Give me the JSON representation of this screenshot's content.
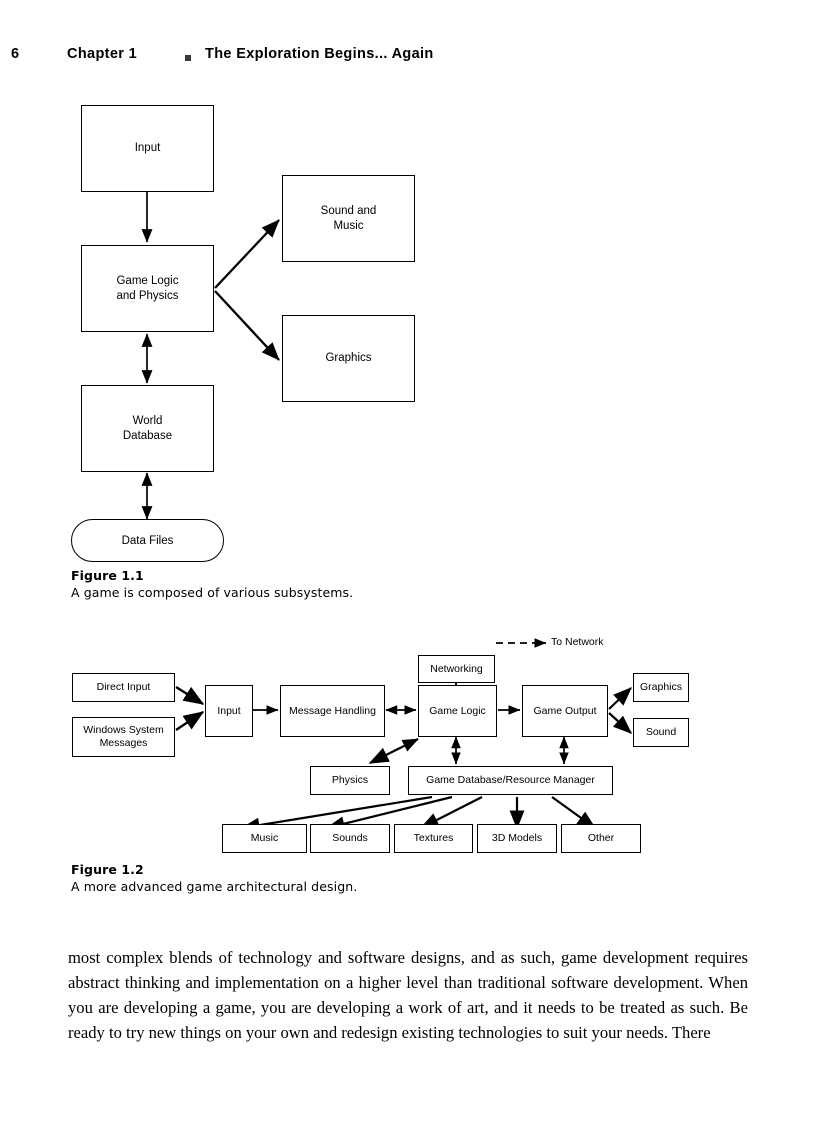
{
  "running_head": {
    "page_number": "6",
    "chapter_label": "Chapter 1",
    "separator_icon": "square-bullet-icon",
    "chapter_title": "The Exploration Begins... Again"
  },
  "figure_1": {
    "caption_title": "Figure 1.1",
    "caption_text": "A game is composed of various subsystems.",
    "nodes": [
      {
        "id": "input",
        "label": "Input",
        "shape": "rect"
      },
      {
        "id": "game-logic-physics",
        "label": "Game Logic\nand Physics",
        "shape": "rect"
      },
      {
        "id": "world-database",
        "label": "World\nDatabase",
        "shape": "rect"
      },
      {
        "id": "data-files",
        "label": "Data Files",
        "shape": "stadium"
      },
      {
        "id": "sound-and-music",
        "label": "Sound and\nMusic",
        "shape": "rect"
      },
      {
        "id": "graphics",
        "label": "Graphics",
        "shape": "rect"
      }
    ],
    "edges": [
      {
        "from": "input",
        "to": "game-logic-physics",
        "arrow": "single"
      },
      {
        "from": "game-logic-physics",
        "to": "world-database",
        "arrow": "double"
      },
      {
        "from": "world-database",
        "to": "data-files",
        "arrow": "double"
      },
      {
        "from": "game-logic-physics",
        "to": "sound-and-music",
        "arrow": "single"
      },
      {
        "from": "game-logic-physics",
        "to": "graphics",
        "arrow": "single"
      }
    ]
  },
  "figure_2": {
    "caption_title": "Figure 1.2",
    "caption_text": "A more advanced game architectural design.",
    "nodes": [
      {
        "id": "direct-input",
        "label": "Direct Input",
        "shape": "rect"
      },
      {
        "id": "windows-system-messages",
        "label": "Windows System\nMessages",
        "shape": "rect"
      },
      {
        "id": "input",
        "label": "Input",
        "shape": "rect"
      },
      {
        "id": "message-handling",
        "label": "Message Handling",
        "shape": "rect"
      },
      {
        "id": "game-logic",
        "label": "Game Logic",
        "shape": "rect"
      },
      {
        "id": "game-output",
        "label": "Game Output",
        "shape": "rect"
      },
      {
        "id": "networking",
        "label": "Networking",
        "shape": "rect"
      },
      {
        "id": "graphics",
        "label": "Graphics",
        "shape": "rect"
      },
      {
        "id": "sound",
        "label": "Sound",
        "shape": "rect"
      },
      {
        "id": "physics",
        "label": "Physics",
        "shape": "rect"
      },
      {
        "id": "game-database-resource-manager",
        "label": "Game Database/Resource Manager",
        "shape": "rect"
      },
      {
        "id": "music",
        "label": "Music",
        "shape": "rect"
      },
      {
        "id": "sounds",
        "label": "Sounds",
        "shape": "rect"
      },
      {
        "id": "textures",
        "label": "Textures",
        "shape": "rect"
      },
      {
        "id": "3d-models",
        "label": "3D Models",
        "shape": "rect"
      },
      {
        "id": "other",
        "label": "Other",
        "shape": "rect"
      }
    ],
    "external_label": "To Network",
    "edges": [
      {
        "from": "direct-input",
        "to": "input",
        "arrow": "single"
      },
      {
        "from": "windows-system-messages",
        "to": "input",
        "arrow": "single"
      },
      {
        "from": "input",
        "to": "message-handling",
        "arrow": "single"
      },
      {
        "from": "message-handling",
        "to": "game-logic",
        "arrow": "double"
      },
      {
        "from": "game-logic",
        "to": "networking",
        "arrow": "double"
      },
      {
        "from": "networking",
        "to": "To Network",
        "arrow": "single",
        "style": "dashed"
      },
      {
        "from": "game-logic",
        "to": "game-output",
        "arrow": "single"
      },
      {
        "from": "game-output",
        "to": "graphics",
        "arrow": "single"
      },
      {
        "from": "game-output",
        "to": "sound",
        "arrow": "single"
      },
      {
        "from": "game-logic",
        "to": "physics",
        "arrow": "double"
      },
      {
        "from": "game-logic",
        "to": "game-database-resource-manager",
        "arrow": "double"
      },
      {
        "from": "game-output",
        "to": "game-database-resource-manager",
        "arrow": "double"
      },
      {
        "from": "game-database-resource-manager",
        "to": "music",
        "arrow": "single"
      },
      {
        "from": "game-database-resource-manager",
        "to": "sounds",
        "arrow": "single"
      },
      {
        "from": "game-database-resource-manager",
        "to": "textures",
        "arrow": "single"
      },
      {
        "from": "game-database-resource-manager",
        "to": "3d-models",
        "arrow": "single"
      },
      {
        "from": "game-database-resource-manager",
        "to": "other",
        "arrow": "single"
      }
    ]
  },
  "body": {
    "paragraph": "most complex blends of technology and software designs, and as such, game development requires abstract thinking and implementation on a higher level than traditional software development. When you are developing a game, you are developing a work of art, and it needs to be treated as such. Be ready to try new things on your own and redesign existing technologies to suit your needs. There"
  }
}
